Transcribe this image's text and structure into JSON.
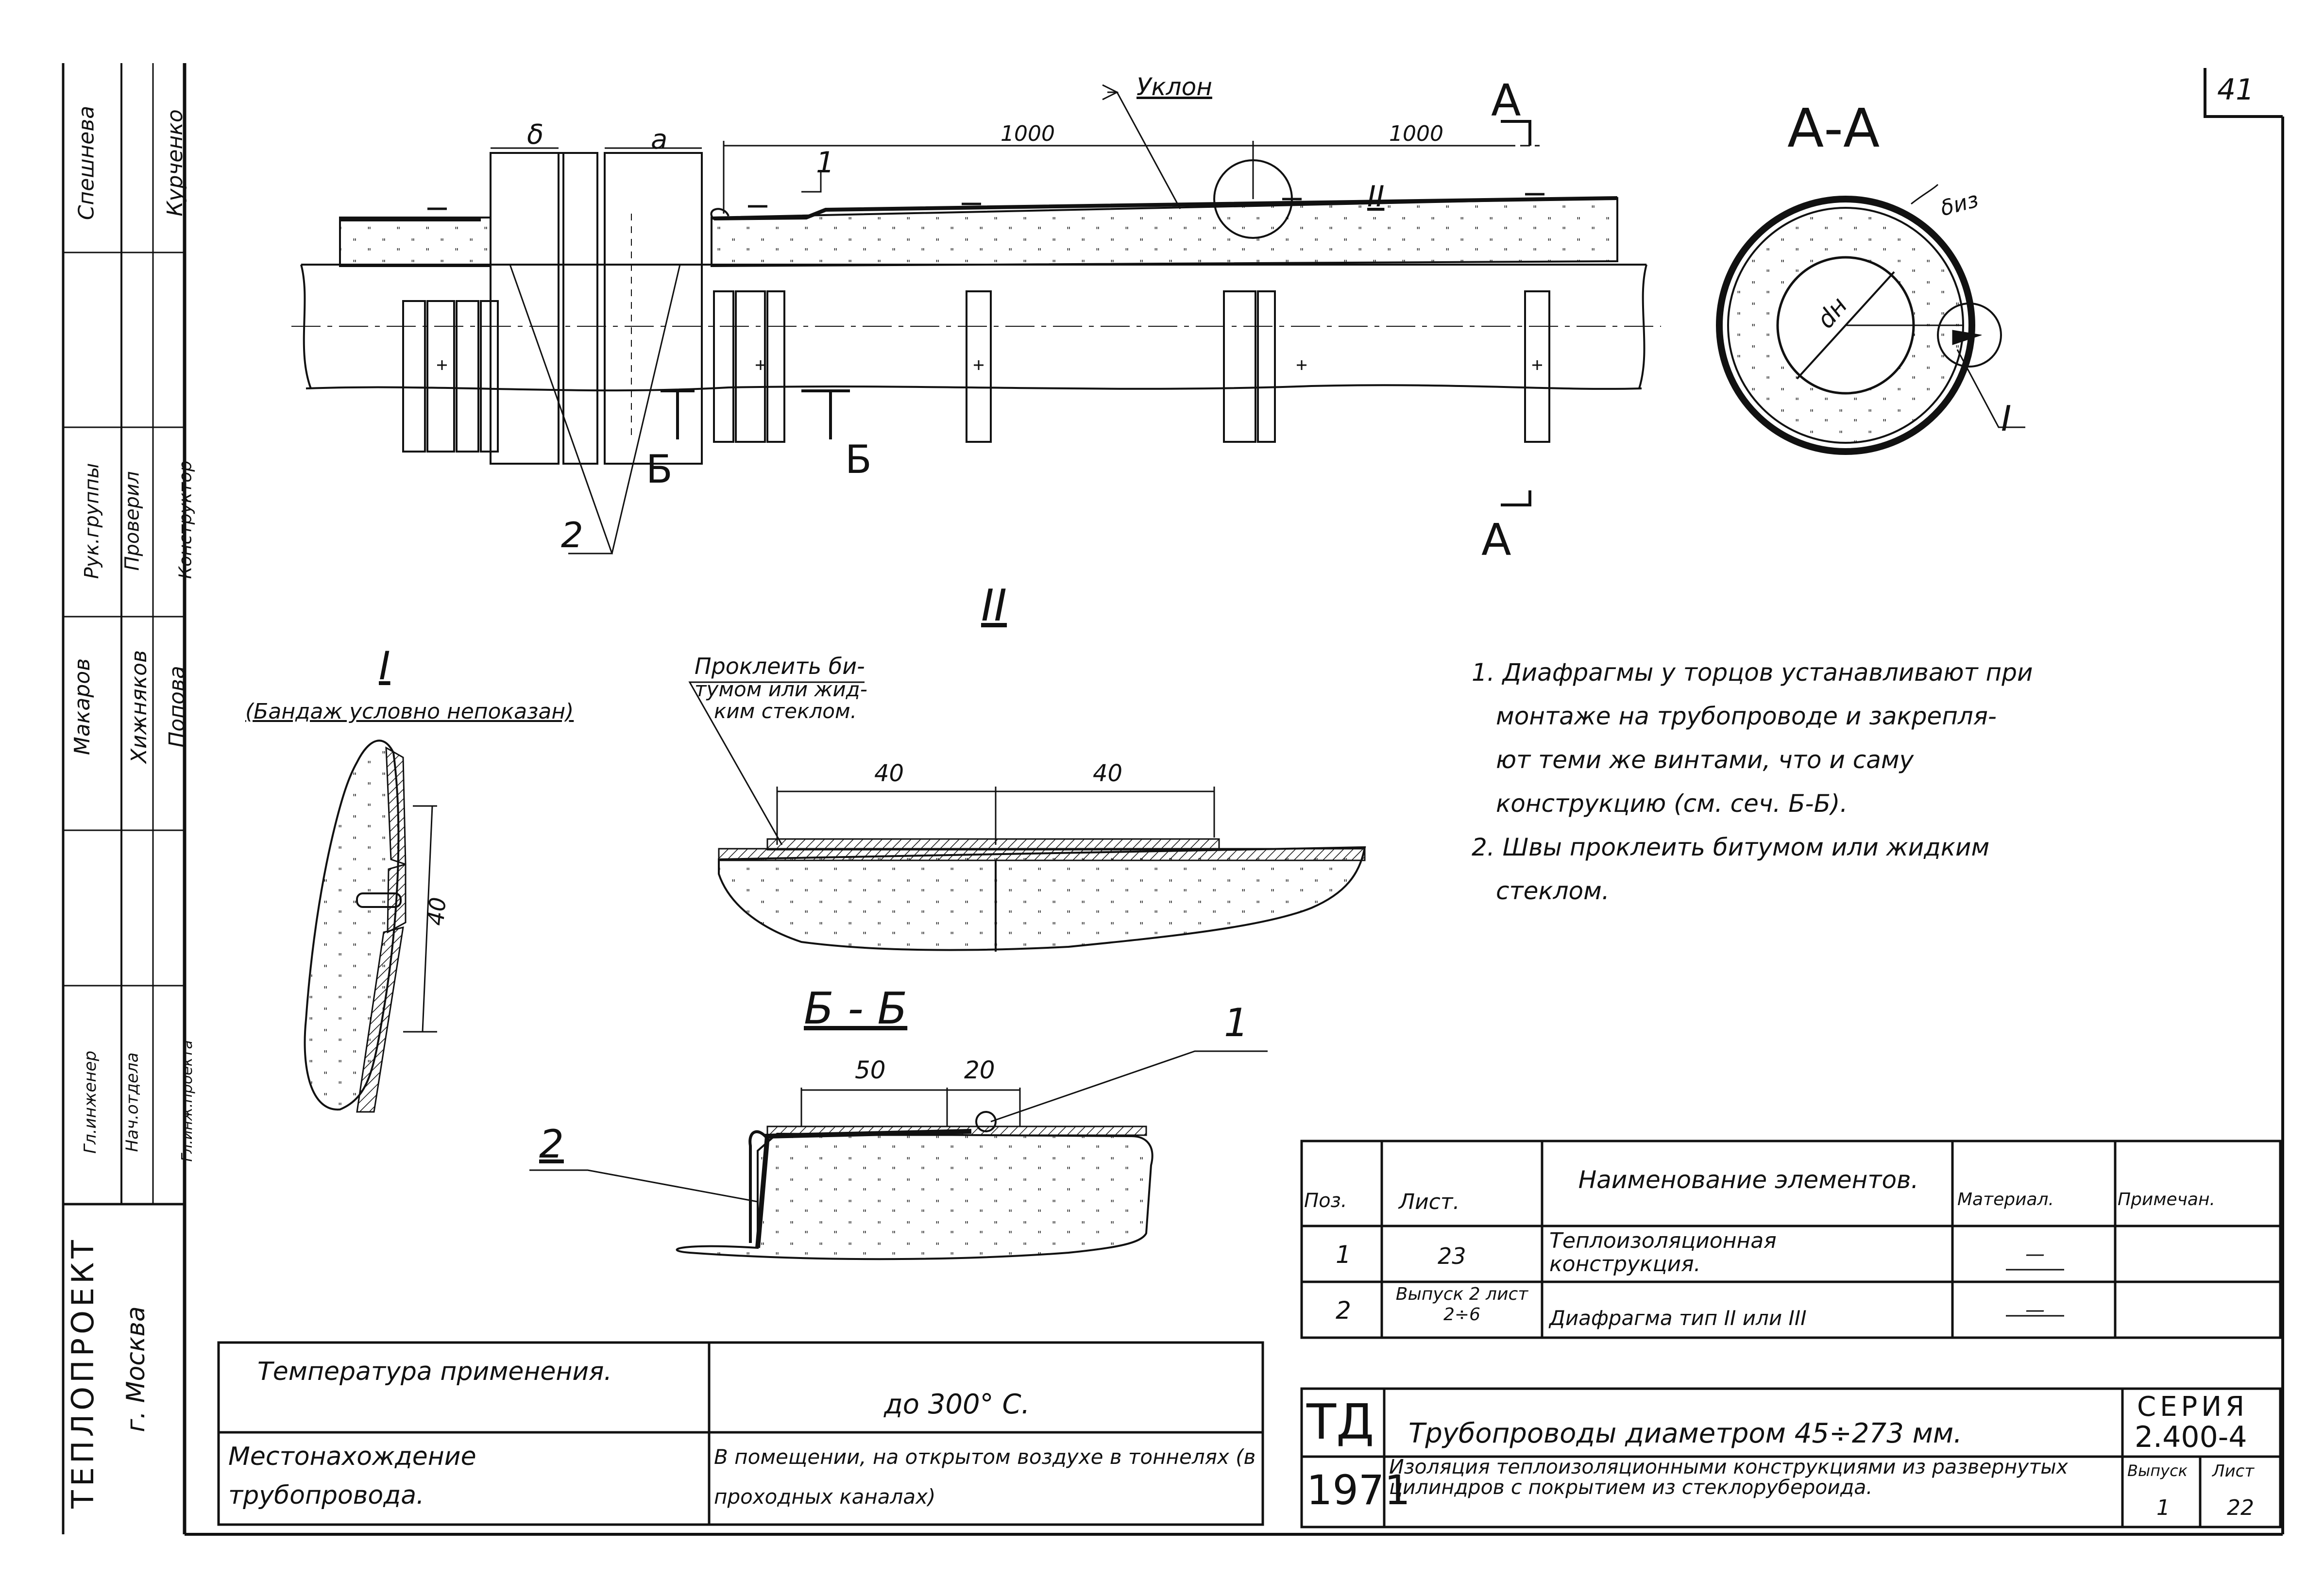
{
  "sheet_number": "41",
  "title_block": {
    "roles": [
      {
        "role": "Гл.инженер",
        "name": "Спешнева"
      },
      {
        "role": "Нач.отдела",
        "name": "Курченко"
      },
      {
        "role": "Рук.группы",
        "name": "Макаров"
      },
      {
        "role": "Проверил",
        "name": "Хижняков"
      },
      {
        "role": "Конструктор",
        "name": "Попова"
      },
      {
        "role": "Гл.инж.проекта",
        "name": ""
      }
    ],
    "org": "ТЕПЛОПРОЕКТ",
    "city": "г. Москва",
    "td": "ТД",
    "year": "1971",
    "main_title": "Трубопроводы диаметром 45÷273 мм.",
    "subtitle": "Изоляция теплоизоляционными конструкциями из развернутых цилиндров с покрытием из стеклорубероида.",
    "series_label": "СЕРИЯ",
    "series_value": "2.400-4",
    "issue_label": "Выпуск",
    "issue_value": "1",
    "sheet_label": "Лист",
    "sheet_value": "22"
  },
  "main_view": {
    "slope_label": "Уклон",
    "dim_1000_a": "1000",
    "dim_1000_b": "1000",
    "delta_label": "δ",
    "a_label": "а",
    "section_A": "А",
    "callout_II": "II",
    "pos_1": "1",
    "pos_2": "2",
    "section_B": "Б"
  },
  "section_AA": {
    "title": "А-А",
    "delta_label": "δиз",
    "diameter_label": "dн",
    "callout_I": "I"
  },
  "detail_I": {
    "title": "I",
    "note": "(Бандаж условно непоказан)",
    "dim": "40"
  },
  "detail_II": {
    "title": "II",
    "note_line1": "Проклеить би-",
    "note_line2": "тумом или жид-",
    "note_line3": "ким стеклом.",
    "dim_left": "40",
    "dim_right": "40"
  },
  "section_BB": {
    "title": "Б - Б",
    "dim_50": "50",
    "dim_20": "20",
    "pos_1": "1",
    "pos_2": "2"
  },
  "notes": [
    "1. Диафрагмы у торцов устанавливают при",
    "монтаже на трубопроводе и закрепля-",
    "ют теми же винтами, что и саму",
    "конструкцию (см. сеч. Б-Б).",
    "2. Швы проклеить битумом или жидким",
    "стеклом."
  ],
  "spec_table": {
    "headers": [
      "Поз.",
      "Лист.",
      "Наименование элементов.",
      "Материал.",
      "Примечан."
    ],
    "rows": [
      {
        "pos": "1",
        "sheet": "23",
        "name": "Теплоизоляционная конструкция.",
        "material": "—",
        "note": ""
      },
      {
        "pos": "2",
        "sheet": "Выпуск 2 лист 2÷6",
        "name": "Диафрагма тип II или III",
        "material": "—",
        "note": ""
      }
    ]
  },
  "conditions_table": {
    "rows": [
      {
        "label": "Температура применения.",
        "value": "до 300° С."
      },
      {
        "label": "Местонахождение трубопровода.",
        "value": "В помещении, на открытом воздухе в тоннелях (в проходных каналах)"
      }
    ]
  }
}
